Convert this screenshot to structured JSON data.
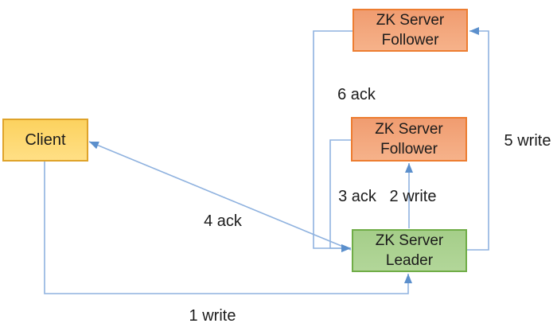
{
  "diagram": {
    "nodes": {
      "client": {
        "label": "Client"
      },
      "follower_top": {
        "line1": "ZK Server",
        "line2": "Follower"
      },
      "follower_mid": {
        "line1": "ZK Server",
        "line2": "Follower"
      },
      "leader": {
        "line1": "ZK Server",
        "line2": "Leader"
      }
    },
    "edge_labels": {
      "write1": "1 write",
      "write2": "2 write",
      "ack3": "3 ack",
      "ack4": "4 ack",
      "write5": "5 write",
      "ack6": "6 ack"
    },
    "colors": {
      "background": "#FFFFFF",
      "text": "#1B1B1B",
      "client_fill": "#FFD966",
      "client_border": "#DFA32A",
      "follower_fill": "#F4A67D",
      "follower_border": "#ED7D31",
      "leader_fill": "#A9D18E",
      "leader_border": "#70AD47",
      "connector": "#8FB2DF",
      "arrowhead": "#5B8FCC"
    }
  }
}
